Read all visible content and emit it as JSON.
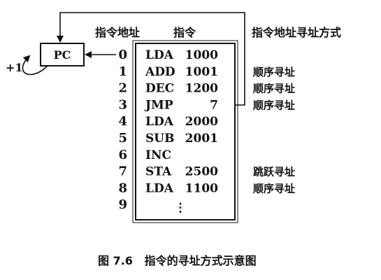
{
  "headers": {
    "address": "指令地址",
    "instruction": "指令",
    "mode": "指令地址寻址方式"
  },
  "pc": {
    "label": "PC",
    "increment": "+1"
  },
  "rows": [
    {
      "addr": "0",
      "opcode": "LDA",
      "operand": "1000",
      "mode": ""
    },
    {
      "addr": "1",
      "opcode": "ADD",
      "operand": "1001",
      "mode": "顺序寻址"
    },
    {
      "addr": "2",
      "opcode": "DEC",
      "operand": "1200",
      "mode": "顺序寻址"
    },
    {
      "addr": "3",
      "opcode": "JMP",
      "operand": "7",
      "mode": "顺序寻址"
    },
    {
      "addr": "4",
      "opcode": "LDA",
      "operand": "2000",
      "mode": ""
    },
    {
      "addr": "5",
      "opcode": "SUB",
      "operand": "2001",
      "mode": ""
    },
    {
      "addr": "6",
      "opcode": "INC",
      "operand": "",
      "mode": ""
    },
    {
      "addr": "7",
      "opcode": "STA",
      "operand": "2500",
      "mode": "跳跃寻址"
    },
    {
      "addr": "8",
      "opcode": "LDA",
      "operand": "1100",
      "mode": "顺序寻址"
    },
    {
      "addr": "9",
      "opcode": "",
      "operand": "",
      "mode": ""
    }
  ],
  "ellipsis": "⋮",
  "caption": "图 7.6   指令的寻址方式示意图"
}
